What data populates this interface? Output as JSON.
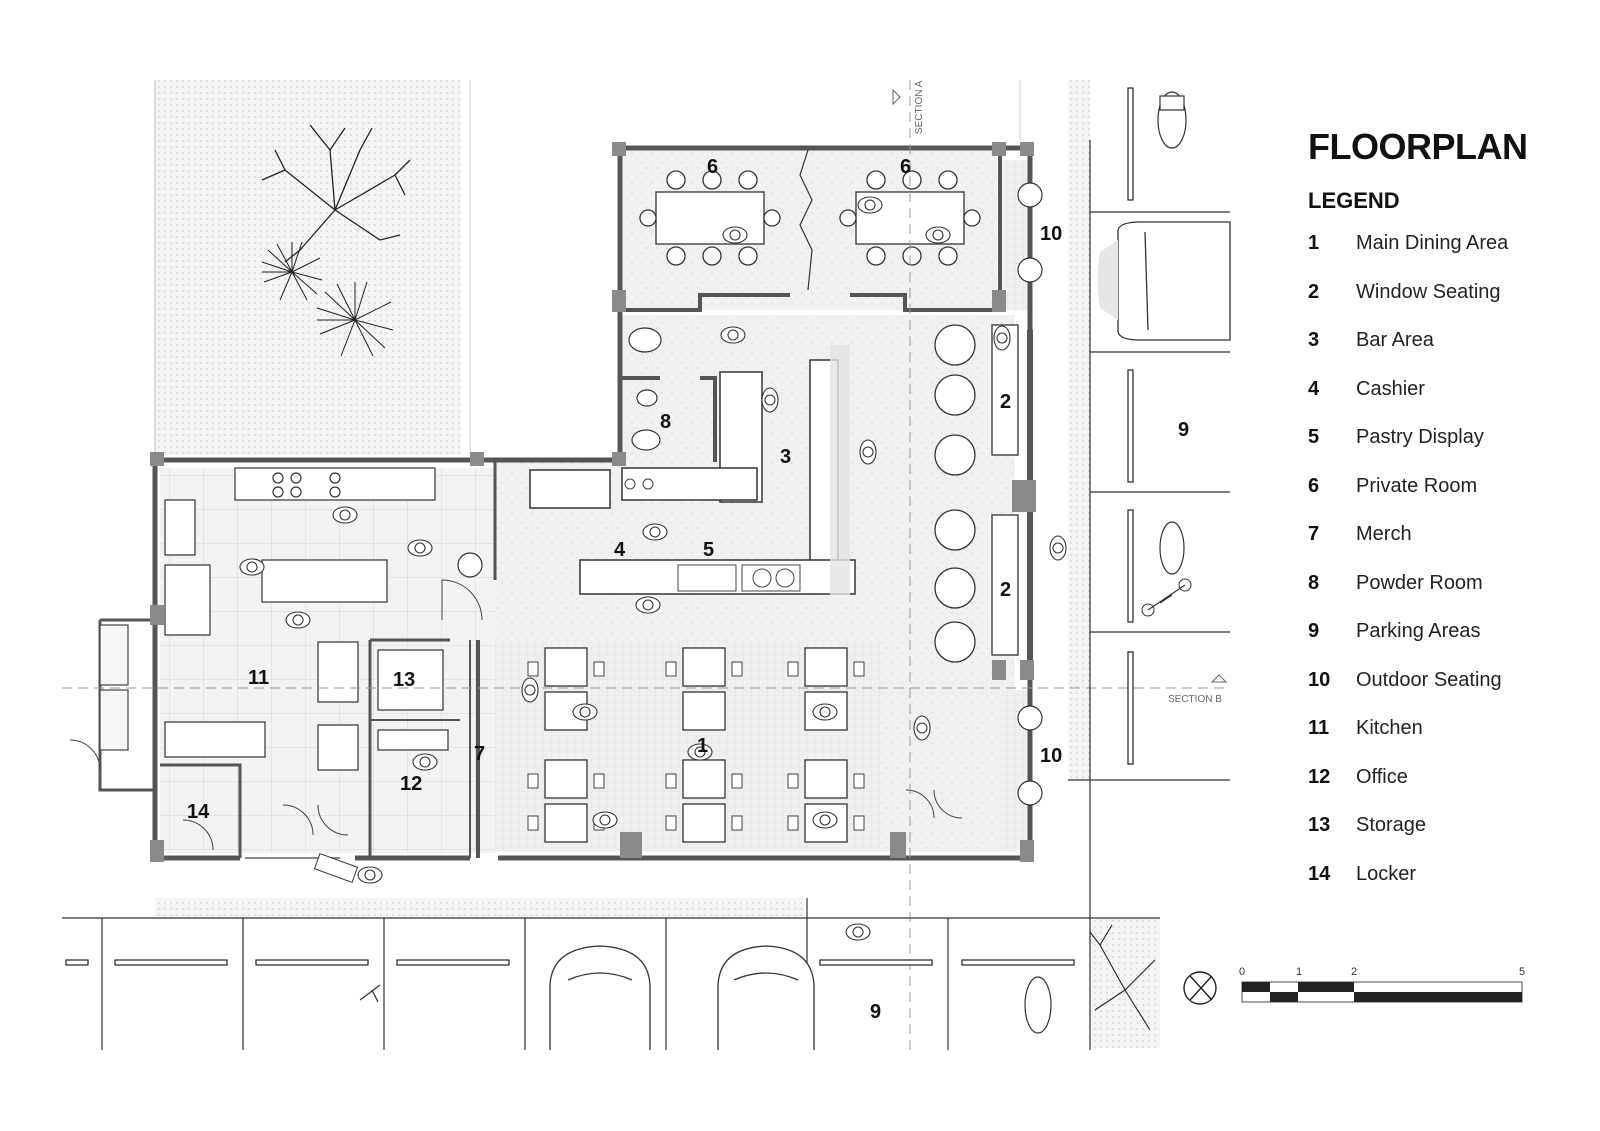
{
  "title": "FLOORPLAN",
  "legend_title": "LEGEND",
  "legend": [
    {
      "num": "1",
      "label": "Main Dining Area"
    },
    {
      "num": "2",
      "label": "Window Seating"
    },
    {
      "num": "3",
      "label": "Bar Area"
    },
    {
      "num": "4",
      "label": "Cashier"
    },
    {
      "num": "5",
      "label": "Pastry Display"
    },
    {
      "num": "6",
      "label": "Private Room"
    },
    {
      "num": "7",
      "label": "Merch"
    },
    {
      "num": "8",
      "label": "Powder Room"
    },
    {
      "num": "9",
      "label": "Parking Areas"
    },
    {
      "num": "10",
      "label": "Outdoor Seating"
    },
    {
      "num": "11",
      "label": "Kitchen"
    },
    {
      "num": "12",
      "label": "Office"
    },
    {
      "num": "13",
      "label": "Storage"
    },
    {
      "num": "14",
      "label": "Locker"
    }
  ],
  "room_labels": {
    "main_dining": "1",
    "window_seating_a": "2",
    "window_seating_b": "2",
    "bar": "3",
    "cashier": "4",
    "pastry": "5",
    "private_a": "6",
    "private_b": "6",
    "merch": "7",
    "powder": "8",
    "parking_right": "9",
    "parking_bottom": "9",
    "outdoor_a": "10",
    "outdoor_b": "10",
    "kitchen": "11",
    "office": "12",
    "storage": "13",
    "locker": "14"
  },
  "section_a": "SECTION A",
  "section_b": "SECTION B",
  "scale": {
    "t0": "0",
    "t1": "1",
    "t2": "2",
    "t5": "5"
  },
  "icons": {
    "north": "north-arrow-icon"
  },
  "colors": {
    "wall": "#7a7a7a",
    "line": "#222222",
    "floor": "#f2f2f2",
    "column": "#8a8a8a"
  }
}
